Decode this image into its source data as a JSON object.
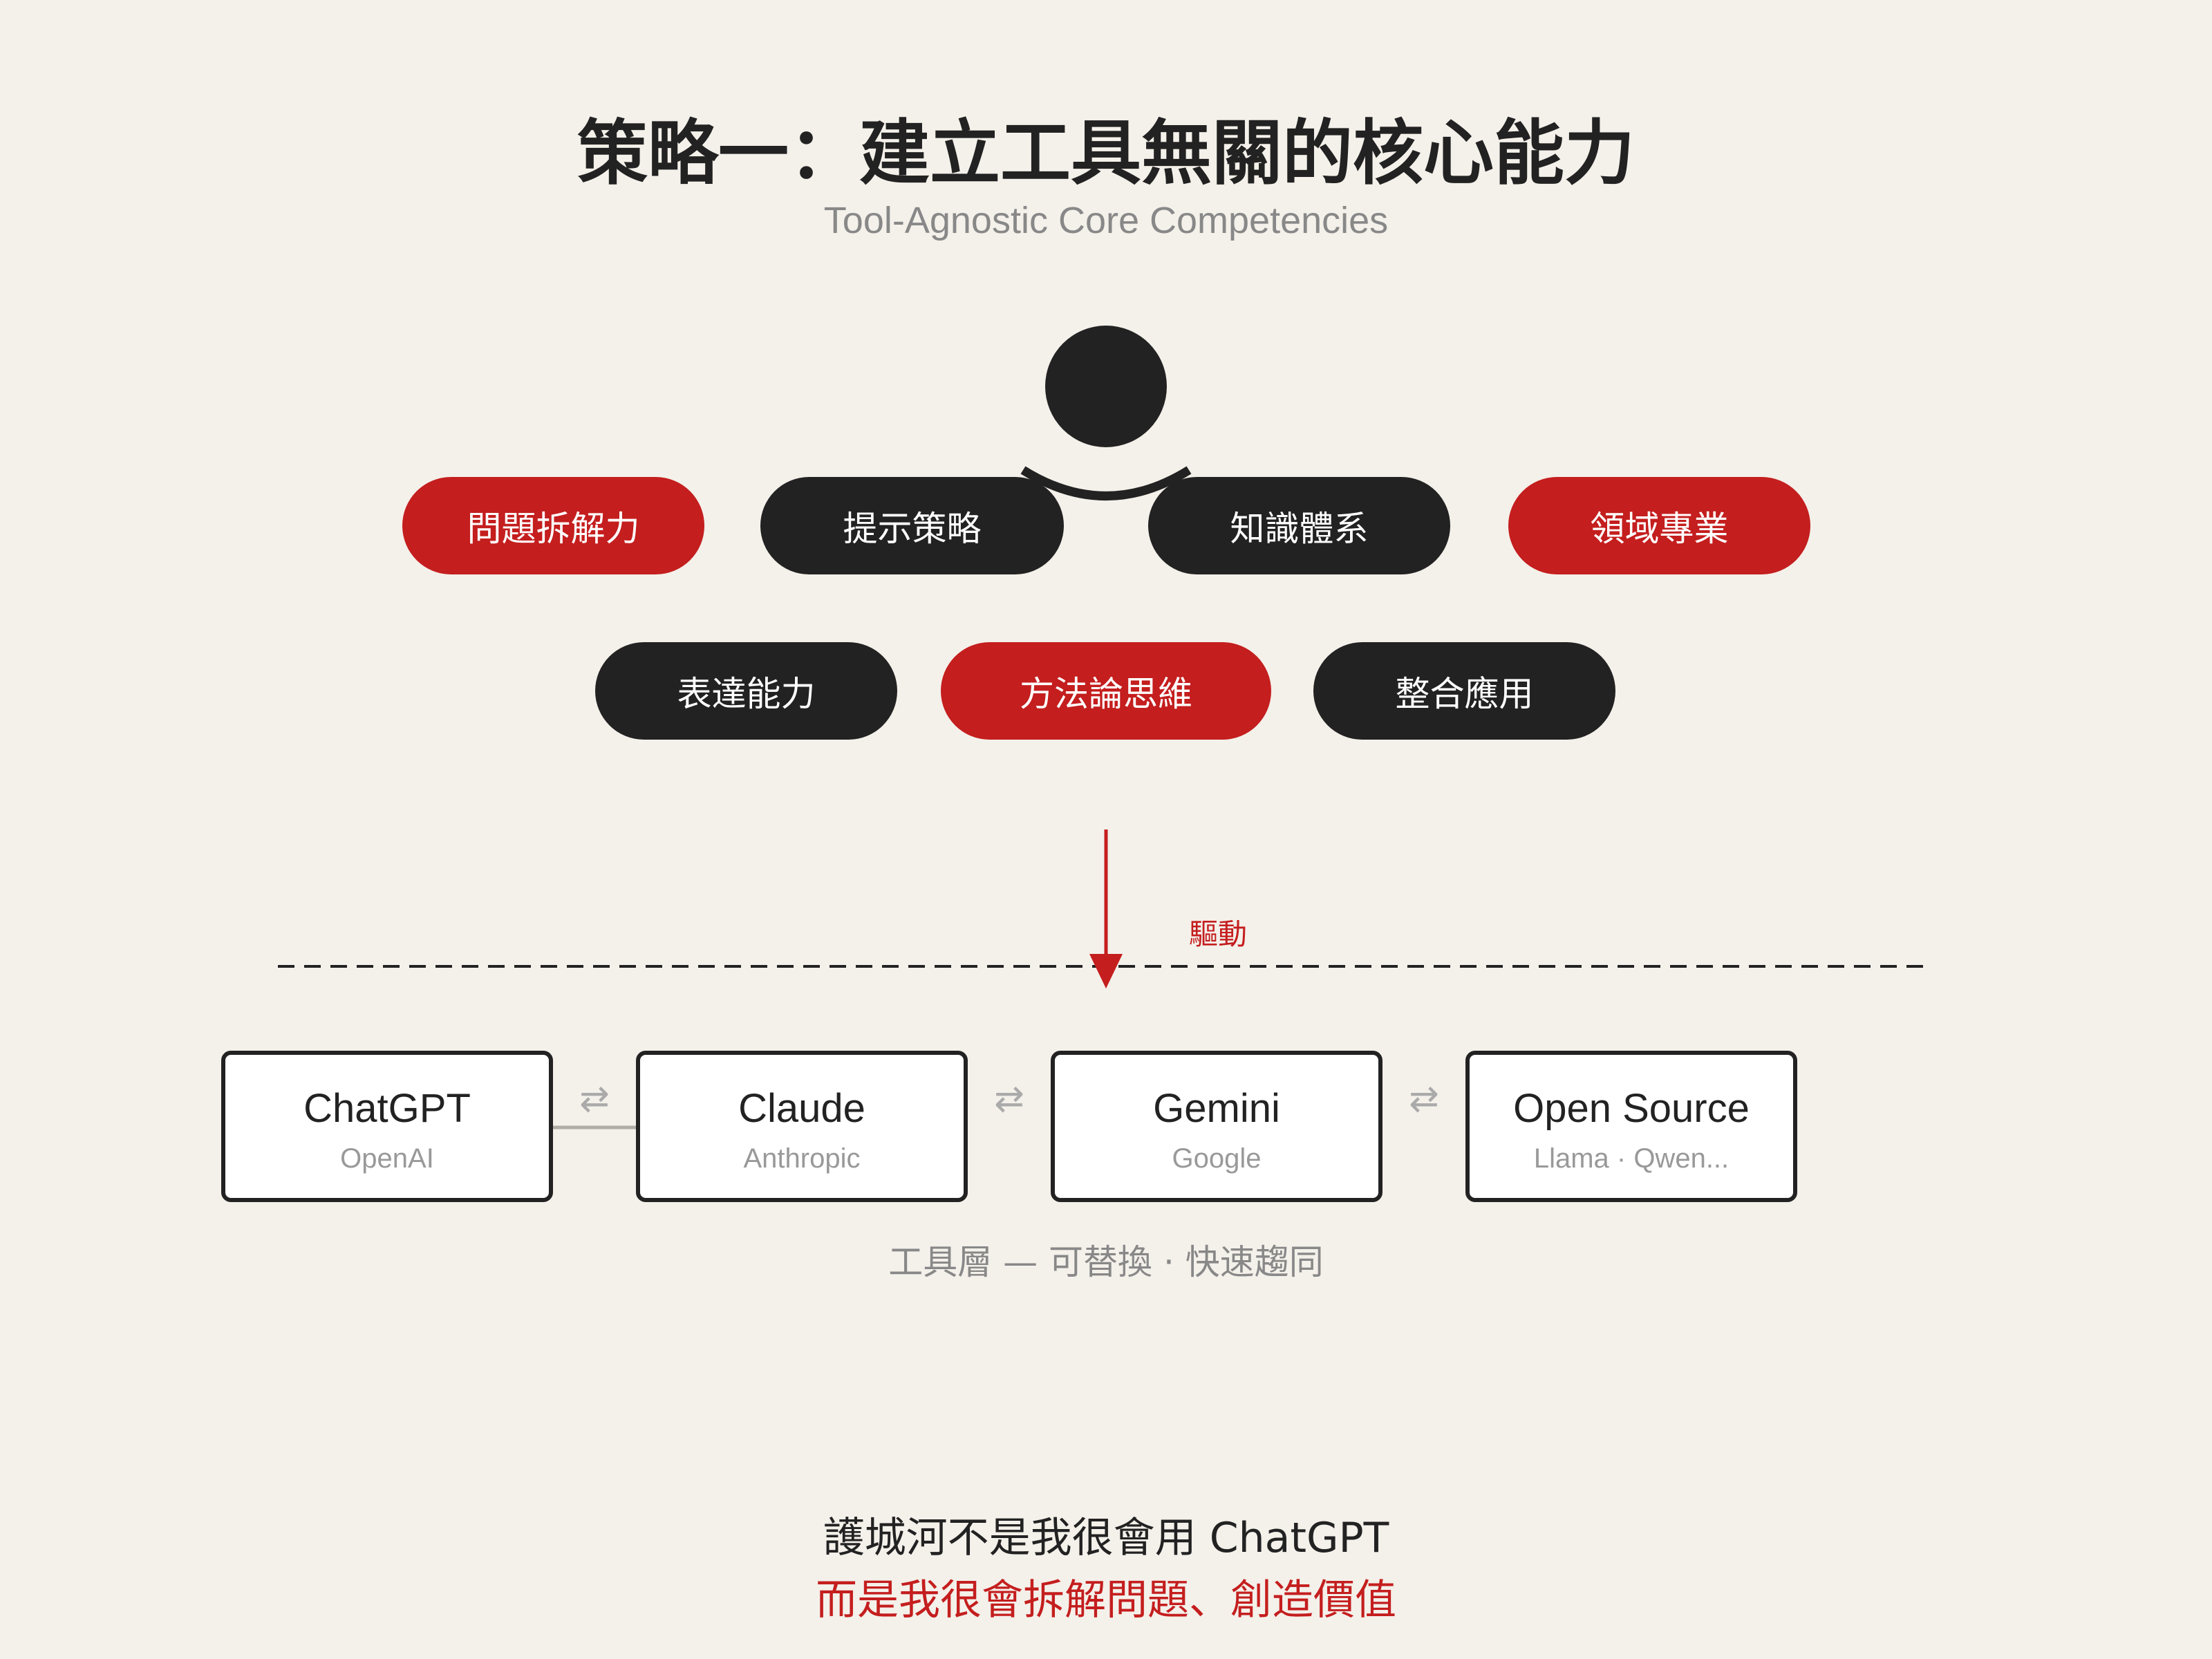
{
  "header": {
    "title": "策略一：建立工具無關的核心能力",
    "subtitle": "Tool-Agnostic Core Competencies"
  },
  "competencies": [
    {
      "label": "問題拆解力",
      "color": "red"
    },
    {
      "label": "提示策略",
      "color": "dark"
    },
    {
      "label": "知識體系",
      "color": "dark"
    },
    {
      "label": "領域專業",
      "color": "red"
    },
    {
      "label": "表達能力",
      "color": "dark"
    },
    {
      "label": "方法論思維",
      "color": "red"
    },
    {
      "label": "整合應用",
      "color": "dark"
    }
  ],
  "arrow_label": "驅動",
  "tools": [
    {
      "name": "ChatGPT",
      "vendor": "OpenAI"
    },
    {
      "name": "Claude",
      "vendor": "Anthropic"
    },
    {
      "name": "Gemini",
      "vendor": "Google"
    },
    {
      "name": "Open Source",
      "vendor": "Llama · Qwen..."
    }
  ],
  "swap_symbol": "⇄",
  "tool_caption": "工具層 — 可替換 · 快速趨同",
  "conclusion": {
    "line1": "護城河不是我很會用 ChatGPT",
    "line2": "而是我很會拆解問題、創造價值"
  },
  "colors": {
    "background": "#f4f0ea",
    "dark": "#222222",
    "accent_red": "#c41e1e",
    "muted": "#888888"
  }
}
